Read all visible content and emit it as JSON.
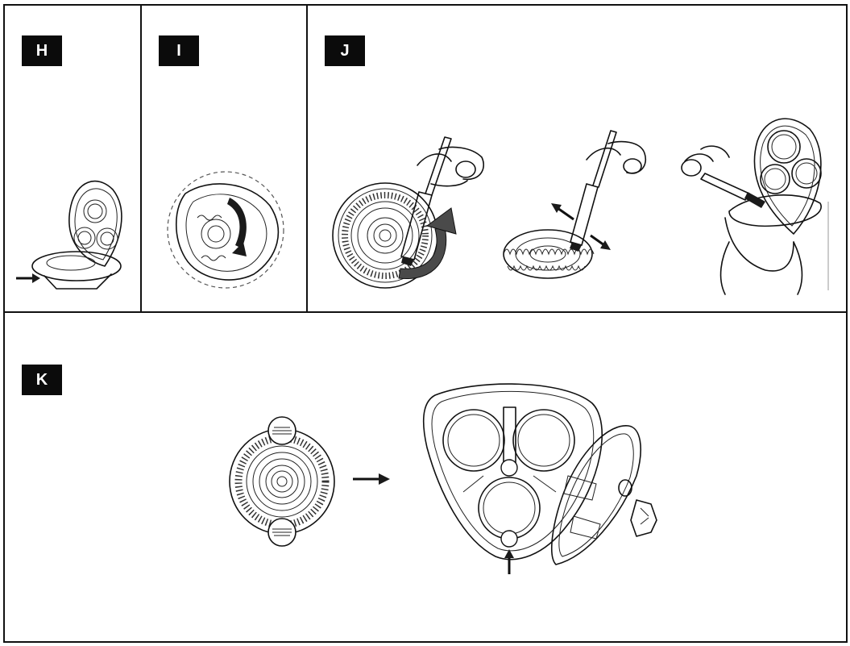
{
  "panels": [
    {
      "id": "H",
      "label": "H"
    },
    {
      "id": "I",
      "label": "I"
    },
    {
      "id": "J",
      "label": "J"
    },
    {
      "id": "K",
      "label": "K"
    }
  ],
  "colors": {
    "ink": "#111111",
    "label_bg": "#0b0b0b",
    "label_text": "#ffffff",
    "arrow_fill": "#4a4a4a"
  },
  "icons": [
    "shaving-unit-icon",
    "cutter-icon",
    "brush-icon",
    "arrow-right-icon",
    "rotate-arrow-icon",
    "hand-icon"
  ]
}
